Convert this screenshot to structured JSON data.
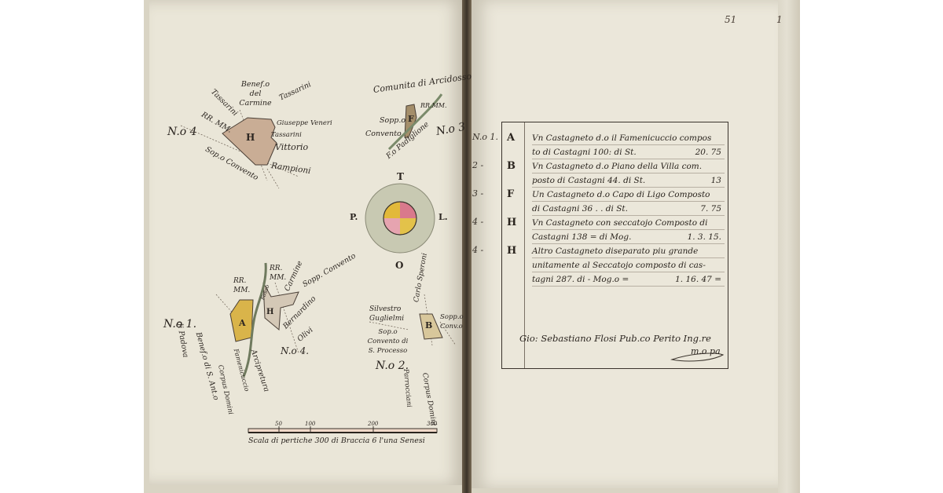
{
  "page_number": "51",
  "page_number_right": "1",
  "map": {
    "parcel_H_top": {
      "number_label": "N.o 4",
      "letter": "H",
      "neighbors": [
        "Benef.o del Carmine",
        "Tassarini",
        "Tassarini",
        "RR. MM.",
        "Giuseppe Veneri",
        "Tassarini",
        "Vittorio",
        "Rampioni",
        "Sop.o Convento"
      ]
    },
    "parcel_F": {
      "number_label": "N.o 3",
      "letter": "F",
      "neighbors": [
        "Comunita di Arcidosso",
        "RR.MM.",
        "Sopp.o",
        "Convento",
        "F.o Padiglione"
      ]
    },
    "compass": {
      "top": "T",
      "left": "P.",
      "right": "L.",
      "bottom": "O",
      "colors": [
        "#e2b93a",
        "#d9798c",
        "#e6a4b0",
        "#e3c24a"
      ]
    },
    "parcel_A_H": {
      "number_label_A": "N.o 1.",
      "number_label_H": "N.o 4.",
      "letter_A": "A",
      "letter_H": "H",
      "neighbors": [
        "RR. MM.",
        "RR. MM.",
        "Carmine",
        "Sopp. Convento",
        "Benef.o di S. Ant.o",
        "di Padova",
        "Bernardino",
        "Olivi",
        "Arcipretura",
        "Famenicuccio",
        "Corpus Domini",
        "Fosso"
      ]
    },
    "parcel_B": {
      "number_label": "N.o 2.",
      "letter": "B",
      "neighbors": [
        "Silvestro Guglielmi",
        "Sop.o Convento di S. Processo",
        "Carlo Speroni",
        "Sopp.o Conv.o",
        "Parrocciani",
        "Corpus Domini"
      ]
    },
    "scale": {
      "ticks": [
        "50",
        "100",
        "200",
        "300"
      ],
      "caption": "Scala di pertiche 300 di Braccia 6 l'una Senesi"
    }
  },
  "table": {
    "rows": [
      {
        "num": "N.o 1.",
        "letter": "A",
        "lines": [
          "Vn Castagneto d.o il Famenicuccio compos",
          "to di Castagni 100: di St."
        ],
        "value": "20. 75"
      },
      {
        "num": "2 -",
        "letter": "B",
        "lines": [
          "Vn Castagneto d.o Piano della Villa com.",
          "posto di Castagni 44. di St."
        ],
        "value": "13"
      },
      {
        "num": "3 -",
        "letter": "F",
        "lines": [
          "Un Castagneto d.o Capo di Ligo Composto",
          "di Castagni 36 . . di St."
        ],
        "value": "7. 75"
      },
      {
        "num": "4 -",
        "letter": "H",
        "lines": [
          "Vn Castagneto con seccatojo Composto di",
          "Castagni 138 = di Mog."
        ],
        "value": "1. 3. 15."
      },
      {
        "num": "4 -",
        "letter": "H",
        "lines": [
          "Altro Castagneto diseparato piu grande",
          "unitamente al Seccatojo composto di cas-",
          "tagni 287. di - Mog.o ="
        ],
        "value": "1. 16. 47 ="
      }
    ],
    "signature": "Gio: Sebastiano Flosi Pub.co Perito Ing.re",
    "signature_mark": "m.o pa"
  }
}
